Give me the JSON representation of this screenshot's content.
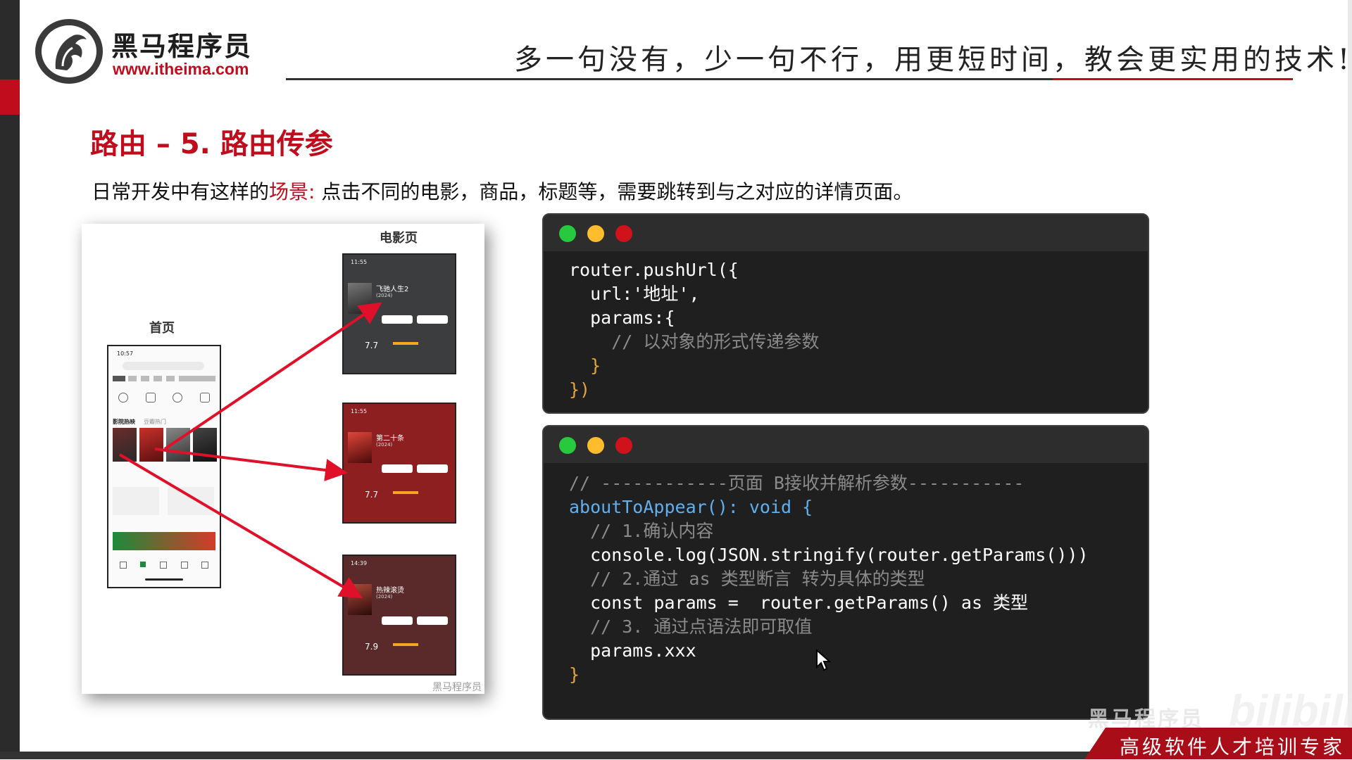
{
  "header": {
    "logo_name": "黑马程序员",
    "logo_url": "www.itheima.com",
    "slogan": "多一句没有，少一句不行，用更短时间，教会更实用的技术!"
  },
  "slide": {
    "title": "路由 – 5. 路由传参",
    "intro_prefix": "日常开发中有这样的",
    "intro_highlight": "场景:",
    "intro_suffix": " 点击不同的电影，商品，标题等，需要跳转到与之对应的详情页面。"
  },
  "illustration": {
    "home_label": "首页",
    "movie_label": "电影页",
    "watermark": "黑马程序员",
    "home_phone": {
      "time": "10:57",
      "section": "影院热映",
      "tab2": "豆瓣热门"
    },
    "movie_pages": [
      {
        "time": "11:55",
        "name": "飞驰人生2",
        "year": "(2024)",
        "rating": "7.7"
      },
      {
        "time": "11:55",
        "name": "第二十条",
        "year": "(2024)",
        "rating": "7.7"
      },
      {
        "time": "14:39",
        "name": "热辣滚烫",
        "year": "(2024)",
        "rating": "7.9"
      }
    ]
  },
  "code_block_1": {
    "lines": [
      "router.pushUrl({",
      "  url:'地址',",
      "  params:{",
      "    // 以对象的形式传递参数",
      "  }",
      "})"
    ]
  },
  "code_block_2": {
    "lines": [
      "// ------------页面 B接收并解析参数-----------",
      "aboutToAppear(): void {",
      "  // 1.确认内容",
      "  console.log(JSON.stringify(router.getParams()))",
      "  // 2.通过 as 类型断言 转为具体的类型",
      "  const params =  router.getParams() as 类型",
      "  // 3. 通过点语法即可取值",
      "  params.xxx",
      "}"
    ]
  },
  "footer": {
    "tagline": "高级软件人才培训专家",
    "watermark_text": "黑马程序员",
    "bili_text": "bilibili"
  },
  "colors": {
    "brand_red": "#c00d1e",
    "dot_green": "#27c93f",
    "dot_yellow": "#ffbd2e",
    "dot_red": "#d0121b"
  }
}
